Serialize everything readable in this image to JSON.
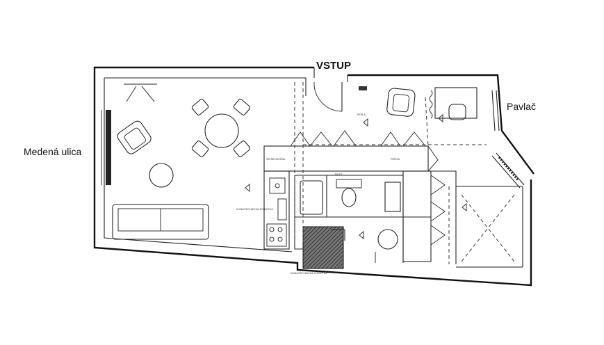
{
  "labels": {
    "entry": "VSTUP",
    "street": "Medená ulica",
    "gallery": "Pavlač"
  },
  "room_tags": {
    "wardrobe_left": "ŠATNÍK/SKRIŇA",
    "wardrobe_right": "PRÍČKA",
    "technical_1": "KLIMA/TECHNICKÁ JEDNOTKA",
    "technical_2": "KLIMA/TECHNICKÁ JEDNOTKA",
    "lamp": "PERLA",
    "wc": "BIDET"
  },
  "colors": {
    "line": "#111111",
    "hatch": "#555555"
  }
}
